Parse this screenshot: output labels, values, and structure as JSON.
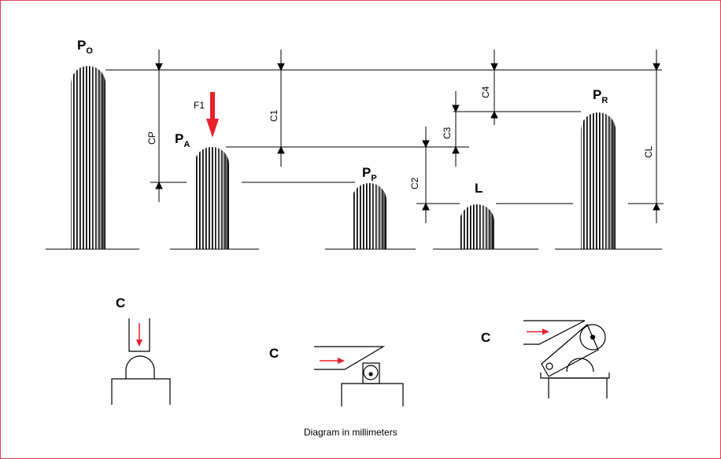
{
  "labels": {
    "po": "P",
    "po_sub": "O",
    "pa": "P",
    "pa_sub": "A",
    "pp": "P",
    "pp_sub": "P",
    "l": "L",
    "pr": "P",
    "pr_sub": "R",
    "f1": "F1",
    "cp": "CP",
    "c1": "C1",
    "c2": "C2",
    "c3": "C3",
    "c4": "C4",
    "cl": "CL",
    "c_left": "C",
    "c_mid": "C",
    "c_right": "C"
  },
  "caption": "Diagram in millimeters",
  "colors": {
    "accent": "#e8202a",
    "ink": "#000000",
    "frame": "#e04050"
  }
}
